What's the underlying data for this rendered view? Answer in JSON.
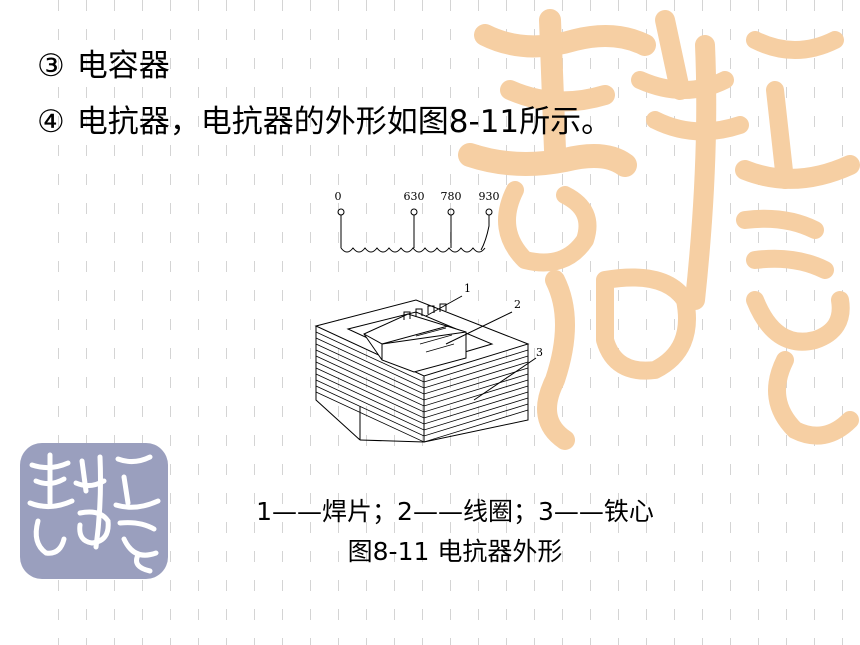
{
  "slide": {
    "bullets": [
      {
        "marker": "③",
        "text": "电容器"
      },
      {
        "marker": "④",
        "text": "电抗器，电抗器的外形如图8-11所示。"
      }
    ],
    "figure": {
      "taps": [
        "0",
        "630",
        "780",
        "930"
      ],
      "parts": [
        "1",
        "2",
        "3"
      ]
    },
    "caption_parts": "1——焊片；2——线圈；3——铁心",
    "caption_title": "图8-11  电抗器外形",
    "colors": {
      "watermark_orange": "#f6cfa3",
      "seal_bg": "#9a9fbe",
      "guide_lines": "#d4d4d4"
    },
    "watermarks": [
      "seal-calligraphy-icon",
      "large-calligraphy-watermark-icon"
    ]
  }
}
